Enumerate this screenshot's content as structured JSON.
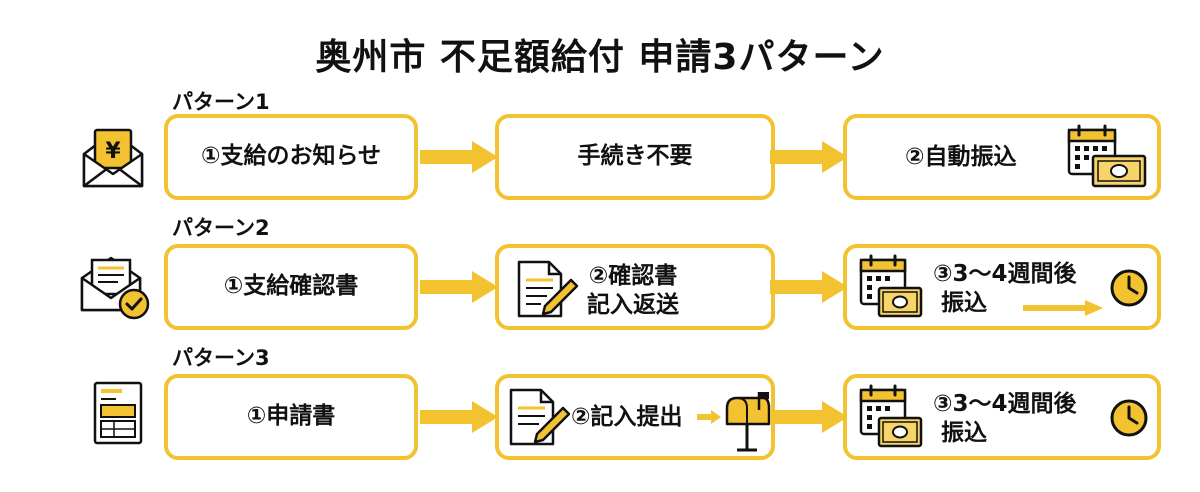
{
  "title": "奥州市 不足額給付 申請3パターン",
  "colors": {
    "accent": "#f2c230",
    "text": "#111111",
    "money": "#f6d46a"
  },
  "patterns": [
    {
      "label": "パターン1",
      "row_icon": "yen-envelope-icon",
      "steps": [
        {
          "lines": [
            "①支給のお知らせ"
          ]
        },
        {
          "lines": [
            "手続き不要"
          ]
        },
        {
          "lines": [
            "②自動振込"
          ],
          "icon": "calendar-money-icon"
        }
      ]
    },
    {
      "label": "パターン2",
      "row_icon": "envelope-check-icon",
      "steps": [
        {
          "lines": [
            "①支給確認書"
          ]
        },
        {
          "lines": [
            "②確認書",
            "記入返送"
          ],
          "icon": "document-pen-icon"
        },
        {
          "lines": [
            "③3〜4週間後",
            "振込"
          ],
          "icon": "calendar-money-icon",
          "icon2": "clock-icon"
        }
      ]
    },
    {
      "label": "パターン3",
      "row_icon": "form-document-icon",
      "steps": [
        {
          "lines": [
            "①申請書"
          ]
        },
        {
          "lines": [
            "②記入提出"
          ],
          "icon": "document-pen-icon",
          "icon2": "mailbox-icon"
        },
        {
          "lines": [
            "③3〜4週間後",
            "振込"
          ],
          "icon": "calendar-money-icon",
          "icon2": "clock-icon"
        }
      ]
    }
  ]
}
